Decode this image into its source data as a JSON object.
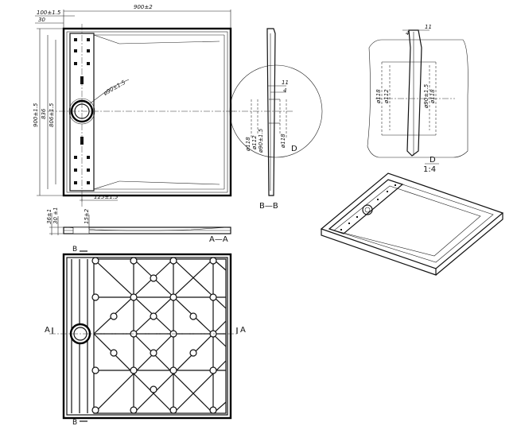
{
  "top_view": {
    "width_dim": "900±2",
    "offset_dim": "100±1.5",
    "offset_small": "30",
    "height_dim": "900±1.5",
    "inner_dim_1": "836",
    "inner_dim_2": "806±1.5",
    "drain_dia": "ø90±1.5",
    "drain_offset": "125±1.5"
  },
  "section_aa": {
    "label": "A—A",
    "dim_1": "36±1",
    "dim_2": "30 ±1",
    "dim_3": "15±2"
  },
  "section_bb": {
    "label": "B—B",
    "detail_marker": "D",
    "dim_11": "11",
    "dim_4": "4",
    "dia_118a": "ø118",
    "dia_112": "ø112",
    "dia_90": "ø90±1.5",
    "dia_118b": "ø118"
  },
  "detail_d": {
    "label": "D",
    "scale": "1:4",
    "dim_4": "4",
    "dim_11": "11",
    "dia_118a": "ø118",
    "dia_112": "ø112",
    "dia_90": "ø90±1.5",
    "dia_118b": "ø118"
  },
  "bottom_view": {
    "marker_a_left": "A",
    "marker_a_right": "A",
    "marker_b_top": "B",
    "marker_b_bottom": "B"
  }
}
